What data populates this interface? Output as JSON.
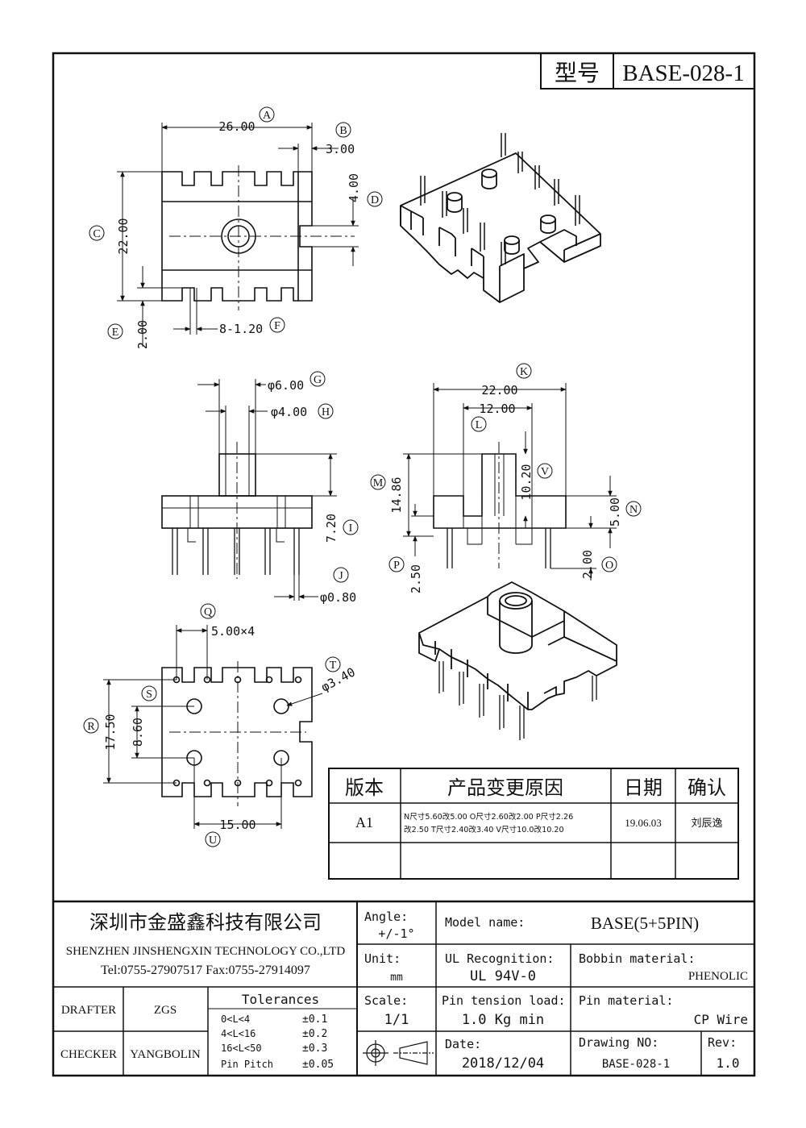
{
  "title_block_top": {
    "label": "型号",
    "model_code": "BASE-028-1"
  },
  "views": {
    "top": {
      "dim_a": "26.00",
      "dim_b": "3.00",
      "dim_c": "22.00",
      "dim_d": "4.00",
      "dim_e": "2.00",
      "dim_f": "8-1.20",
      "bubbles": [
        "A",
        "B",
        "C",
        "D",
        "E",
        "F"
      ]
    },
    "front": {
      "dim_g": "φ6.00",
      "dim_h": "φ4.00",
      "dim_i": "7.20",
      "dim_j": "φ0.80",
      "bubbles": [
        "G",
        "H",
        "I",
        "J"
      ]
    },
    "side": {
      "dim_k": "22.00",
      "dim_l": "12.00",
      "dim_m": "14.86",
      "dim_v": "10.20",
      "dim_n": "5.00",
      "dim_o": "2.00",
      "dim_p": "2.50",
      "bubbles": [
        "K",
        "L",
        "M",
        "V",
        "N",
        "O",
        "P"
      ]
    },
    "bottom": {
      "dim_q": "5.00×4",
      "dim_t": "φ3.40",
      "dim_s": "8.60",
      "dim_r": "17.50",
      "dim_u": "15.00",
      "bubbles": [
        "Q",
        "T",
        "S",
        "R",
        "U"
      ]
    }
  },
  "revision_table": {
    "headers": [
      "版本",
      "产品变更原因",
      "日期",
      "确认"
    ],
    "rows": [
      {
        "version": "A1",
        "reason_line1": "N尺寸5.60改5.00 O尺寸2.60改2.00 P尺寸2.26",
        "reason_line2": "改2.50 T尺寸2.40改3.40 V尺寸10.0改10.20",
        "date": "19.06.03",
        "confirm": "刘辰逸"
      },
      {
        "version": "",
        "reason_line1": "",
        "reason_line2": "",
        "date": "",
        "confirm": ""
      }
    ]
  },
  "title_block": {
    "company_cn": "深圳市金盛鑫科技有限公司",
    "company_en": "SHENZHEN JINSHENGXIN TECHNOLOGY CO.,LTD",
    "contact": "Tel:0755-27907517   Fax:0755-27914097",
    "angle_label": "Angle:",
    "angle_value": "+/-1°",
    "model_name_label": "Model name:",
    "model_name_value": "BASE(5+5PIN)",
    "unit_label": "Unit:",
    "unit_value": "mm",
    "ul_label": "UL Recognition:",
    "ul_value": "UL 94V-0",
    "bobbin_label": "Bobbin material:",
    "bobbin_value": "PHENOLIC",
    "drafter_label": "DRAFTER",
    "drafter_value": "ZGS",
    "checker_label": "CHECKER",
    "checker_value": "YANGBOLIN",
    "tolerances_title": "Tolerances",
    "tolerances": [
      {
        "range": "0<L<4",
        "value": "±0.1"
      },
      {
        "range": "4<L<16",
        "value": "±0.2"
      },
      {
        "range": "16<L<50",
        "value": "±0.3"
      },
      {
        "range": "Pin Pitch",
        "value": "±0.05"
      }
    ],
    "scale_label": "Scale:",
    "scale_value": "1/1",
    "pin_tension_label": "Pin tension load:",
    "pin_tension_value": "1.0 Kg min",
    "pin_material_label": "Pin material:",
    "pin_material_value": "CP Wire",
    "date_label": "Date:",
    "date_value": "2018/12/04",
    "drawing_no_label": "Drawing NO:",
    "drawing_no_value": "BASE-028-1",
    "rev_label": "Rev:",
    "rev_value": "1.0"
  }
}
